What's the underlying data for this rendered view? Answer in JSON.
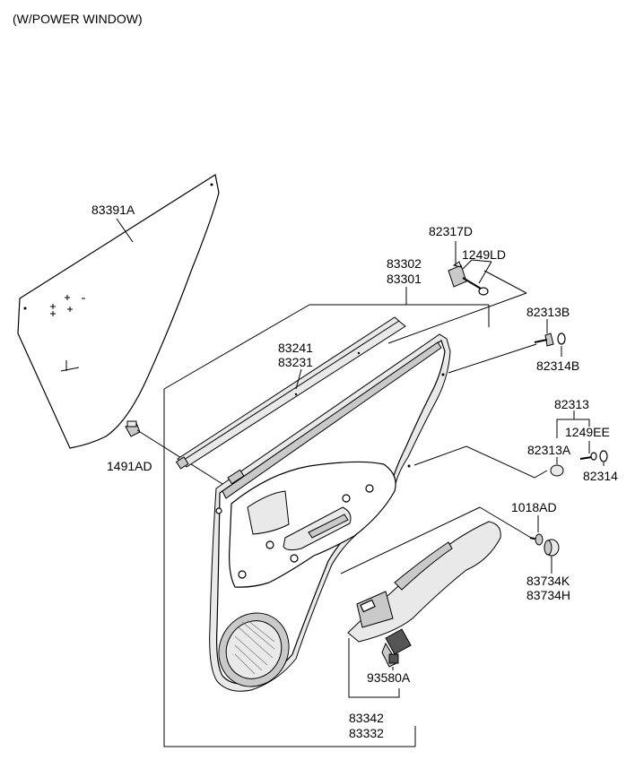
{
  "header": "(W/POWER WINDOW)",
  "labels": {
    "glass": "83391A",
    "clip_1491AD": "1491AD",
    "pad_main": "83302",
    "pad_main_alt": "83301",
    "weatherstrip": "83241",
    "weatherstrip_alt": "83231",
    "bracket": "82317D",
    "bolt_1249LD": "1249LD",
    "screw_82313B": "82313B",
    "washer_82314B": "82314B",
    "screw_82313": "82313",
    "bolt_1249EE": "1249EE",
    "plug_82313A": "82313A",
    "washer_82314": "82314",
    "clip_1018AD": "1018AD",
    "cap_83734K": "83734K",
    "cap_83734H": "83734H",
    "switch": "93580A",
    "armrest": "83342",
    "armrest_alt": "83332"
  },
  "colors": {
    "line": "#000000",
    "fill_light": "#e9e9e9",
    "fill_mid": "#c9c9c9",
    "fill_dark": "#555555"
  }
}
